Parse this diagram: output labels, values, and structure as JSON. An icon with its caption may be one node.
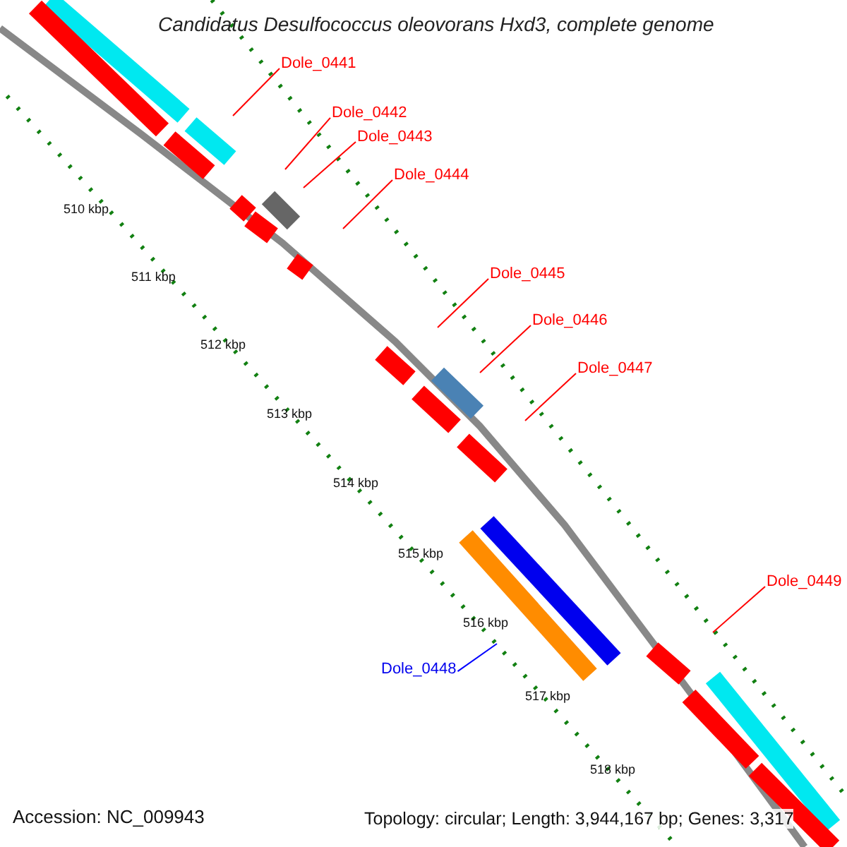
{
  "diagram": {
    "title": "Candidatus Desulfococcus oleovorans Hxd3, complete genome",
    "nodes": [
      {
        "text": [
          "Dole_0441"
        ]
      },
      {
        "text": [
          "Dole_0442"
        ]
      },
      {
        "text": [
          "Dole_0443"
        ]
      },
      {
        "text": [
          "Dole_0444"
        ]
      },
      {
        "text": [
          "Dole_0445"
        ]
      },
      {
        "text": [
          "Dole_0446"
        ]
      },
      {
        "text": [
          "Dole_0447"
        ]
      },
      {
        "text": [
          "Dole_0449"
        ]
      },
      {
        "text": [
          "Dole_0448"
        ]
      }
    ],
    "edges": [
      {
        "from": 0,
        "to": null,
        "arrow": "none"
      },
      {
        "from": 1,
        "to": null,
        "arrow": "none"
      },
      {
        "from": 2,
        "to": null,
        "arrow": "none"
      },
      {
        "from": 3,
        "to": null,
        "arrow": "none"
      },
      {
        "from": 4,
        "to": null,
        "arrow": "none"
      },
      {
        "from": 5,
        "to": null,
        "arrow": "none"
      },
      {
        "from": 6,
        "to": null,
        "arrow": "none"
      },
      {
        "from": 7,
        "to": null,
        "arrow": "none"
      },
      {
        "from": 8,
        "to": null,
        "arrow": "none",
        "color": "#0000ff"
      }
    ],
    "labels": [
      "510 kbp",
      "511 kbp",
      "512 kbp",
      "513 kbp",
      "514 kbp",
      "515 kbp",
      "516 kbp",
      "517 kbp",
      "518 kbp",
      "Accession: NC_009943",
      "Topology: circular; Length: 3,944,167 bp; Genes: 3,317"
    ]
  }
}
